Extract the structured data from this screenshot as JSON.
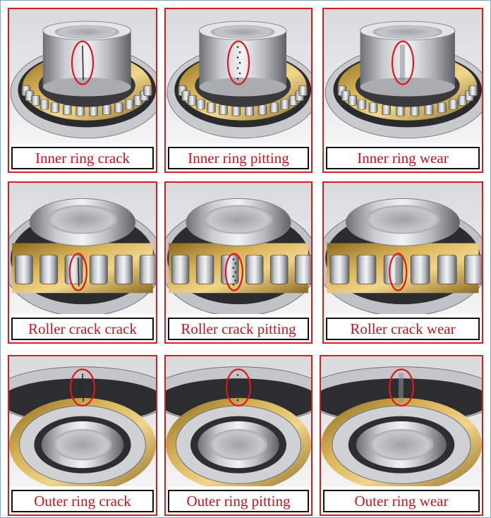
{
  "colors": {
    "cell_border": "#d21f1f",
    "caption_text": "#c3161c",
    "caption_border": "#111111",
    "highlight_circle": "#e0161d"
  },
  "panels": [
    {
      "caption": "Inner ring crack",
      "view": "inner",
      "defect": "crack"
    },
    {
      "caption": "Inner ring pitting",
      "view": "inner",
      "defect": "pitting"
    },
    {
      "caption": "Inner ring wear",
      "view": "inner",
      "defect": "wear"
    },
    {
      "caption": "Roller crack crack",
      "view": "roller",
      "defect": "crack"
    },
    {
      "caption": "Roller crack pitting",
      "view": "roller",
      "defect": "pitting"
    },
    {
      "caption": "Roller crack wear",
      "view": "roller",
      "defect": "wear"
    },
    {
      "caption": "Outer ring crack",
      "view": "outer",
      "defect": "crack"
    },
    {
      "caption": "Outer ring pitting",
      "view": "outer",
      "defect": "pitting"
    },
    {
      "caption": "Outer ring wear",
      "view": "outer",
      "defect": "wear"
    }
  ]
}
